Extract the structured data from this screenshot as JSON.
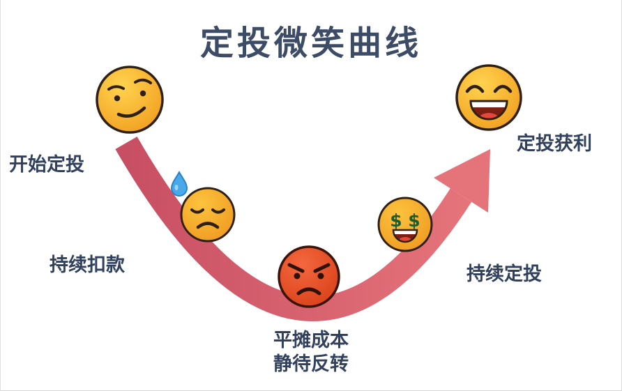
{
  "title": "定投微笑曲线",
  "labels": {
    "start_investing": "开始定投",
    "keep_deducting": "持续扣款",
    "average_cost": "平摊成本",
    "wait_reversal": "静待反转",
    "keep_investing": "持续定投",
    "take_profit": "定投获利"
  },
  "icons": {
    "money_symbol": "$",
    "smile_curve": "smile-curve-arrow",
    "faces": [
      "smirk-face-icon",
      "worried-face-with-sweat-icon",
      "angry-face-icon",
      "money-eyes-face-icon",
      "laughing-face-icon"
    ]
  },
  "colors": {
    "background": "#ffffff",
    "title_text": "#3d4c66",
    "label_text": "#31405c",
    "curve_dark": "#c84f63",
    "curve_light": "#e5737a",
    "face_yellow": "#f5a82a",
    "face_orange": "#f2a024",
    "face_red": "#e14d22",
    "face_outline": "#2e2013",
    "sweat_blue": "#47a9ea",
    "dollar_green": "#1e5c30",
    "mouth_dark": "#7c1f12",
    "tongue_red": "#e2483c"
  }
}
